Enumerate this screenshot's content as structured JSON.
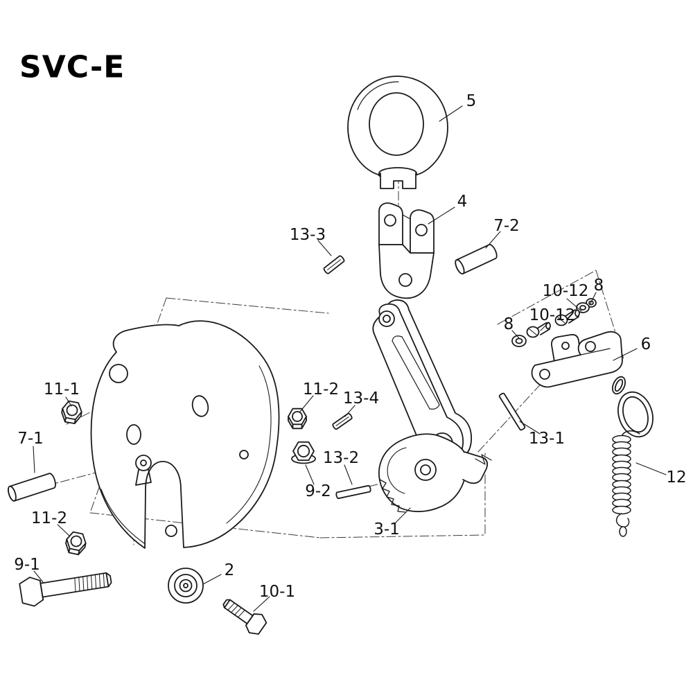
{
  "title": "SVC-E",
  "colors": {
    "background": "#ffffff",
    "line": "#1a1a1a"
  },
  "labels": [
    {
      "text": "5"
    },
    {
      "text": "4"
    },
    {
      "text": "7-2"
    },
    {
      "text": "13-3"
    },
    {
      "text": "10-12"
    },
    {
      "text": "8"
    },
    {
      "text": "8"
    },
    {
      "text": "10-12"
    },
    {
      "text": "6"
    },
    {
      "text": "11-1"
    },
    {
      "text": "11-2"
    },
    {
      "text": "13-4"
    },
    {
      "text": "7-1"
    },
    {
      "text": "13-2"
    },
    {
      "text": "9-2"
    },
    {
      "text": "13-1"
    },
    {
      "text": "12"
    },
    {
      "text": "3-1"
    },
    {
      "text": "11-2"
    },
    {
      "text": "9-1"
    },
    {
      "text": "2"
    },
    {
      "text": "10-1"
    }
  ]
}
